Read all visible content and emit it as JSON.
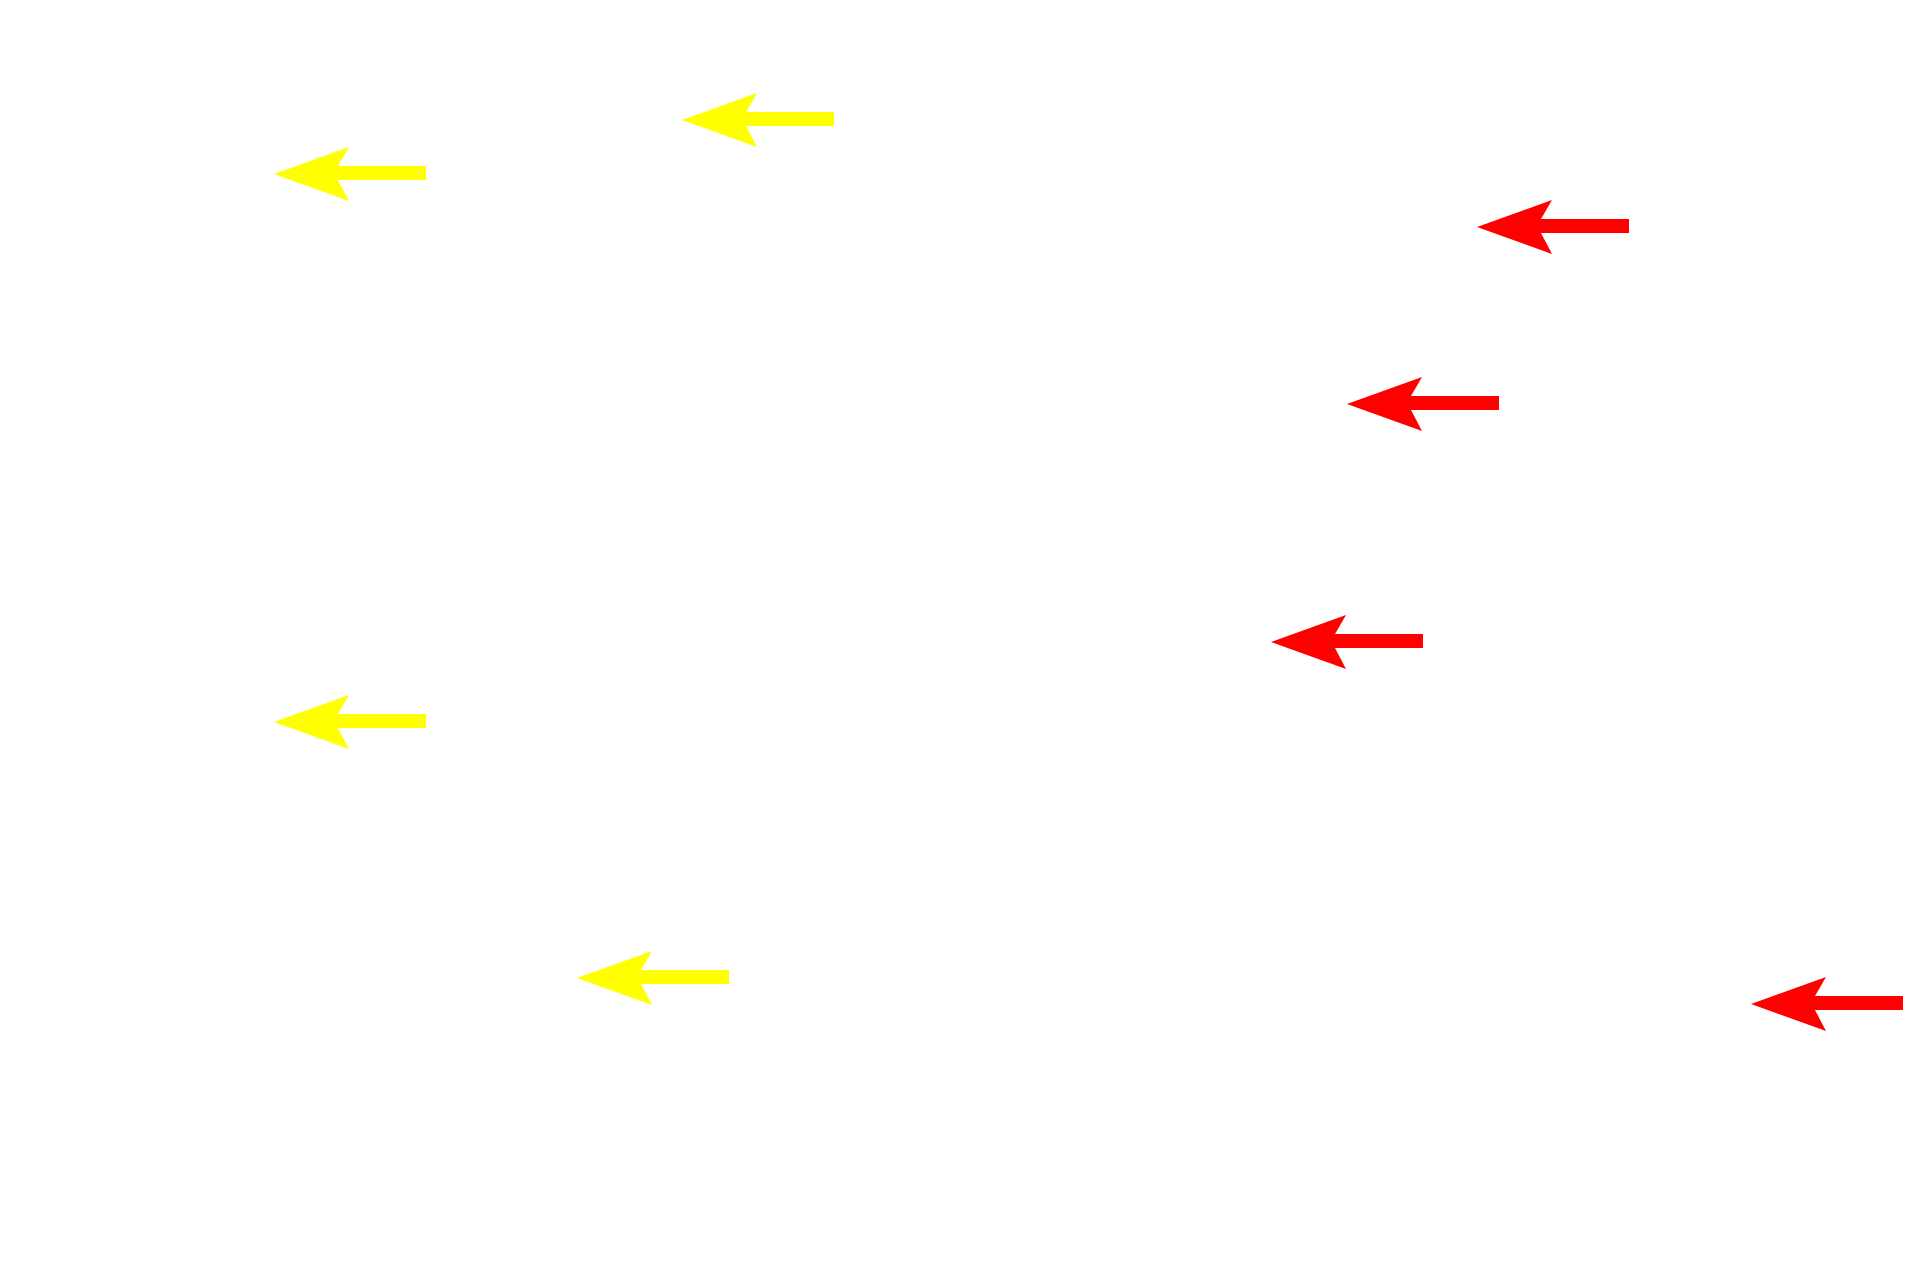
{
  "colors": {
    "background": "#ffffff",
    "yellow": "#ffff00",
    "red": "#ff0000"
  },
  "arrows": [
    {
      "icon": "left-arrow-icon",
      "color": "yellow",
      "direction": "left"
    },
    {
      "icon": "left-arrow-icon",
      "color": "yellow",
      "direction": "left"
    },
    {
      "icon": "left-arrow-icon",
      "color": "yellow",
      "direction": "left"
    },
    {
      "icon": "left-arrow-icon",
      "color": "yellow",
      "direction": "left"
    },
    {
      "icon": "left-arrow-icon",
      "color": "red",
      "direction": "left"
    },
    {
      "icon": "left-arrow-icon",
      "color": "red",
      "direction": "left"
    },
    {
      "icon": "left-arrow-icon",
      "color": "red",
      "direction": "left"
    },
    {
      "icon": "left-arrow-icon",
      "color": "red",
      "direction": "left"
    }
  ]
}
